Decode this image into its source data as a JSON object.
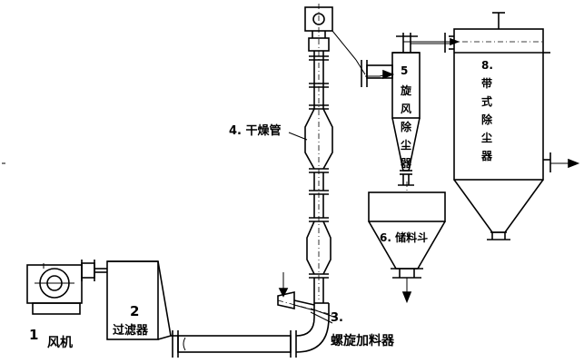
{
  "labels": {
    "fan_num": "1",
    "fan_name": "风机",
    "filter_num": "2",
    "filter_name": "过滤器",
    "feeder_num": "3.",
    "feeder_name": "螺旋加料器",
    "dryer_tube": "4. 干燥管",
    "cyclone_num": "5",
    "cyclone_chars": [
      "旋",
      "风",
      "除",
      "尘",
      "器"
    ],
    "storage_hopper": "6. 储料斗",
    "bag_num": "8.",
    "bag_chars": [
      "带",
      "式",
      "除",
      "尘",
      "器"
    ]
  }
}
